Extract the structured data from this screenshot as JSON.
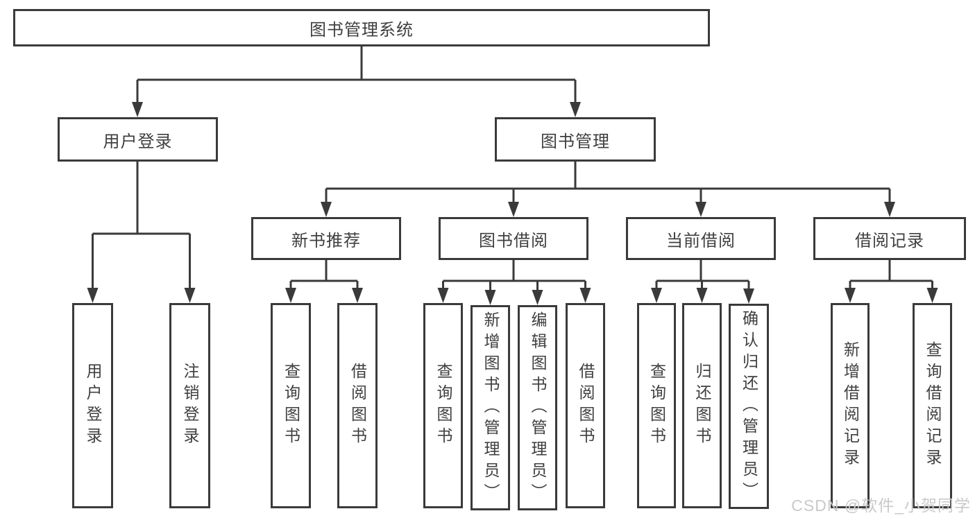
{
  "diagram_title": "图书管理系统",
  "tree": {
    "root": {
      "label": "图书管理系统",
      "children": [
        {
          "label": "用户登录",
          "children": [
            {
              "label": "用户登录"
            },
            {
              "label": "注销登录"
            }
          ]
        },
        {
          "label": "图书管理",
          "children": [
            {
              "label": "新书推荐",
              "children": [
                {
                  "label": "查询图书"
                },
                {
                  "label": "借阅图书"
                }
              ]
            },
            {
              "label": "图书借阅",
              "children": [
                {
                  "label": "查询图书"
                },
                {
                  "label": "新增图书（管理员）"
                },
                {
                  "label": "编辑图书（管理员）"
                },
                {
                  "label": "借阅图书"
                }
              ]
            },
            {
              "label": "当前借阅",
              "children": [
                {
                  "label": "查询图书"
                },
                {
                  "label": "归还图书"
                },
                {
                  "label": "确认归还（管理员）"
                }
              ]
            },
            {
              "label": "借阅记录",
              "children": [
                {
                  "label": "新增借阅记录"
                },
                {
                  "label": "查询借阅记录"
                }
              ]
            }
          ]
        }
      ]
    }
  },
  "watermark": "CSDN @软件_小贺同学",
  "colors": {
    "line": "#3a3a3a",
    "box_border": "#3a3a3a",
    "text": "#3f3f3f",
    "background": "#ffffff",
    "watermark": "#c9c9c9"
  }
}
